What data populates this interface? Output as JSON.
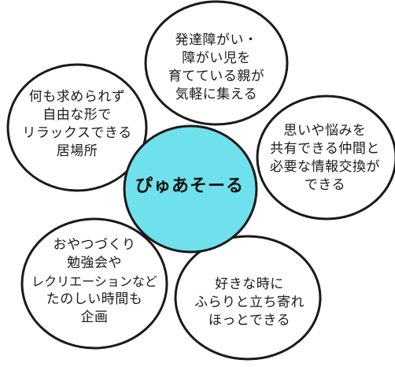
{
  "diagram": {
    "center": {
      "label": "ぴゅあそーる",
      "fill": "#6fe1ec"
    },
    "petals": [
      {
        "id": "top",
        "lines": [
          "発達障がい・",
          "障がい児を",
          "育てている親が",
          "気軽に集える"
        ]
      },
      {
        "id": "right",
        "lines": [
          "思いや悩みを",
          "共有できる仲間と",
          "必要な情報交換が",
          "できる"
        ]
      },
      {
        "id": "bottom-right",
        "lines": [
          "好きな時に",
          "ふらりと立ち寄れ",
          "ほっとできる"
        ]
      },
      {
        "id": "bottom-left",
        "lines": [
          "おやつづくり",
          "勉強会や",
          "レクリエーションなど",
          "たのしい時間も",
          "企画"
        ]
      },
      {
        "id": "left",
        "lines": [
          "何も求められず",
          "自由な形で",
          "リラックスできる",
          "居場所"
        ]
      }
    ]
  }
}
